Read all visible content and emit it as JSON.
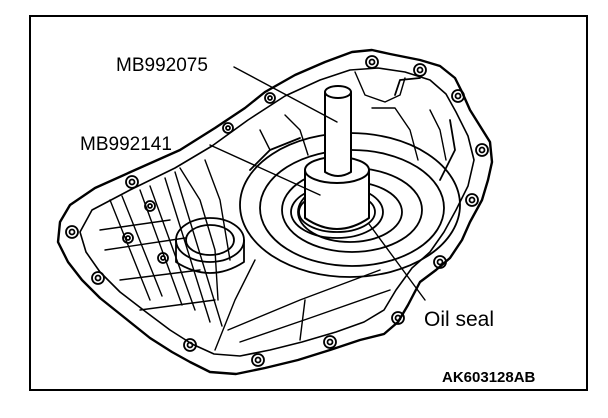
{
  "labels": {
    "tool_1": "MB992075",
    "tool_2": "MB992141",
    "part": "Oil seal"
  },
  "figure_code": "AK603128AB"
}
